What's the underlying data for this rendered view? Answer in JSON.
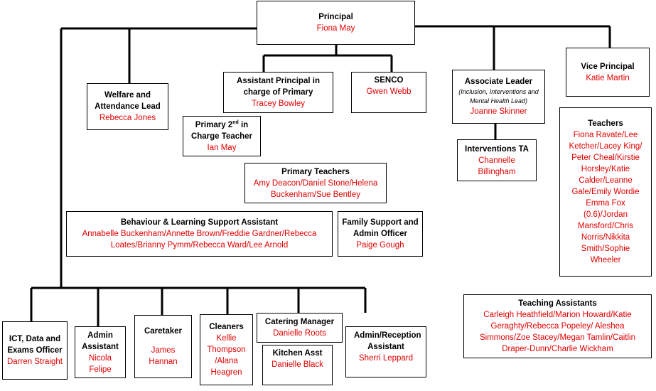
{
  "principal": {
    "title": "Principal",
    "name": "Fiona May"
  },
  "vice_principal": {
    "title": "Vice Principal",
    "name": "Katie Martin"
  },
  "welfare": {
    "title": "Welfare and Attendance Lead",
    "name": "Rebecca Jones"
  },
  "assistant_principal": {
    "title": "Assistant Principal in charge of Primary",
    "name": "Tracey Bowley"
  },
  "senco": {
    "title": "SENCO",
    "name": "Gwen Webb"
  },
  "associate_leader": {
    "title": "Associate Leader",
    "subtitle": "(Inclusion, Interventions and Mental Health Lead)",
    "name": "Joanne Skinner"
  },
  "interventions_ta": {
    "title": "Interventions TA",
    "name": "Channelle Billingham"
  },
  "primary_second": {
    "title_pre": "Primary 2",
    "title_sup": "nd",
    "title_post": " in Charge Teacher",
    "name": "Ian May"
  },
  "primary_teachers": {
    "title": "Primary Teachers",
    "names": "Amy Deacon/Daniel Stone/Helena Buckenham/Sue Bentley"
  },
  "teachers": {
    "title": "Teachers",
    "names": "Fiona Ravate/Lee Ketcher/Lacey King/ Peter Cheal/Kirstie Horsley/Katie Calder/Leanne Gale/Emily Wordie Emma Fox (0.6)/Jordan Mansford/Chris Norris/Nikkita Smith/Sophie Wheeler"
  },
  "behaviour": {
    "title": "Behaviour & Learning Support Assistant",
    "names": "Annabelle Buckenham/Annette Brown/Freddie Gardner/Rebecca Loates/Brianny Pymm/Rebecca Ward/Lee Arnold"
  },
  "family_support": {
    "title": "Family Support and Admin Officer",
    "name": "Paige Gough"
  },
  "teaching_assistants": {
    "title": "Teaching Assistants",
    "names": "Carleigh Heathfield/Marion Howard/Katie Geraghty/Rebecca Popeley/ Aleshea Simmons/Zoe Stacey/Megan Tamlin/Caitlin Draper-Dunn/Charlie Wickham"
  },
  "ict": {
    "title": "ICT, Data and Exams Officer",
    "name": "Darren Straight"
  },
  "admin_assistant": {
    "title": "Admin Assistant",
    "name": "Nicola Felipe"
  },
  "caretaker": {
    "title": "Caretaker",
    "name": "James Hannan"
  },
  "cleaners": {
    "title": "Cleaners",
    "name": "Kellie Thompson /Alana Heagren"
  },
  "catering": {
    "title": "Catering Manager",
    "name": "Danielle Roots"
  },
  "kitchen": {
    "title": "Kitchen Asst",
    "name": "Danielle Black"
  },
  "admin_reception": {
    "title": "Admin/Reception Assistant",
    "name": "Sherri Leppard"
  }
}
